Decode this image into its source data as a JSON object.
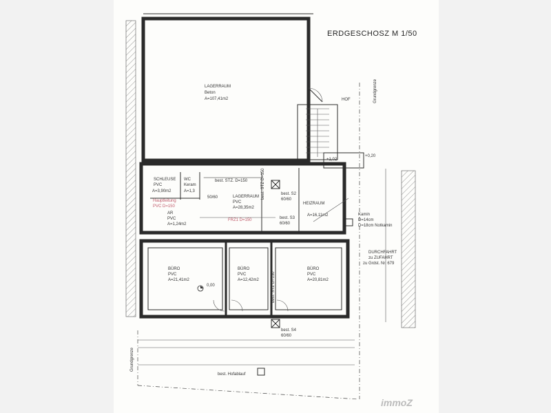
{
  "title": "ERDGESCHOSZ  M 1/50",
  "rooms": {
    "lagerraum_big": {
      "name": "LAGERRAUM",
      "floor": "Beton",
      "area": "A=107,41m2"
    },
    "schleuse": {
      "name": "SCHLEUSE",
      "floor": "PVC",
      "area": "A=3,90m2"
    },
    "wc": {
      "name": "WC",
      "floor": "Keram",
      "area": "A=1,3"
    },
    "lagerraum_small": {
      "name": "LAGERRAUM",
      "floor": "PVC",
      "area": "A=28,35m2"
    },
    "ar": {
      "name": "AR",
      "floor": "PVC",
      "area": "A=1,24m2"
    },
    "heizraum": {
      "name": "HEIZRAUM",
      "area": "A=16,11m2"
    },
    "buero1": {
      "name": "BÜRO",
      "floor": "PVC",
      "area": "A=21,41m2"
    },
    "buero2": {
      "name": "BÜRO",
      "floor": "PVC",
      "area": "A=12,42m2"
    },
    "buero3": {
      "name": "BÜRO",
      "floor": "PVC",
      "area": "A=20,81m2"
    }
  },
  "labels": {
    "hof": "HOF",
    "grundgrenze": "Grundgrenze",
    "level_1": "+1,02",
    "level_2": "+0,20",
    "level_3": "0,00",
    "kamin_1": "Kamin",
    "kamin_2": "D=14cm",
    "kamin_3": "D=18cm Notkamin",
    "durchfahrt_1": "DURCHFAHRT",
    "durchfahrt_2": "zu ZUFAHRT",
    "durchfahrt_3": "zu Grdst. Nr. 679",
    "s1": "best. STZ. D=150",
    "s2": "best. S2",
    "s2_dim": "60/60",
    "s3": "best. S3",
    "s3_dim": "60/60",
    "s4": "best. S4",
    "s4_dim": "60/60",
    "dim_5060": "50/60",
    "frz": "FRZ1 D=150",
    "haupt": "Hauptleitung",
    "haupt_dim": "PVC D=150",
    "stz_vert": "best. STZ D=150",
    "stz_vert2": "best. STZ D=150",
    "hofablauf": "best. Hofablauf"
  },
  "watermark": "immoZ"
}
